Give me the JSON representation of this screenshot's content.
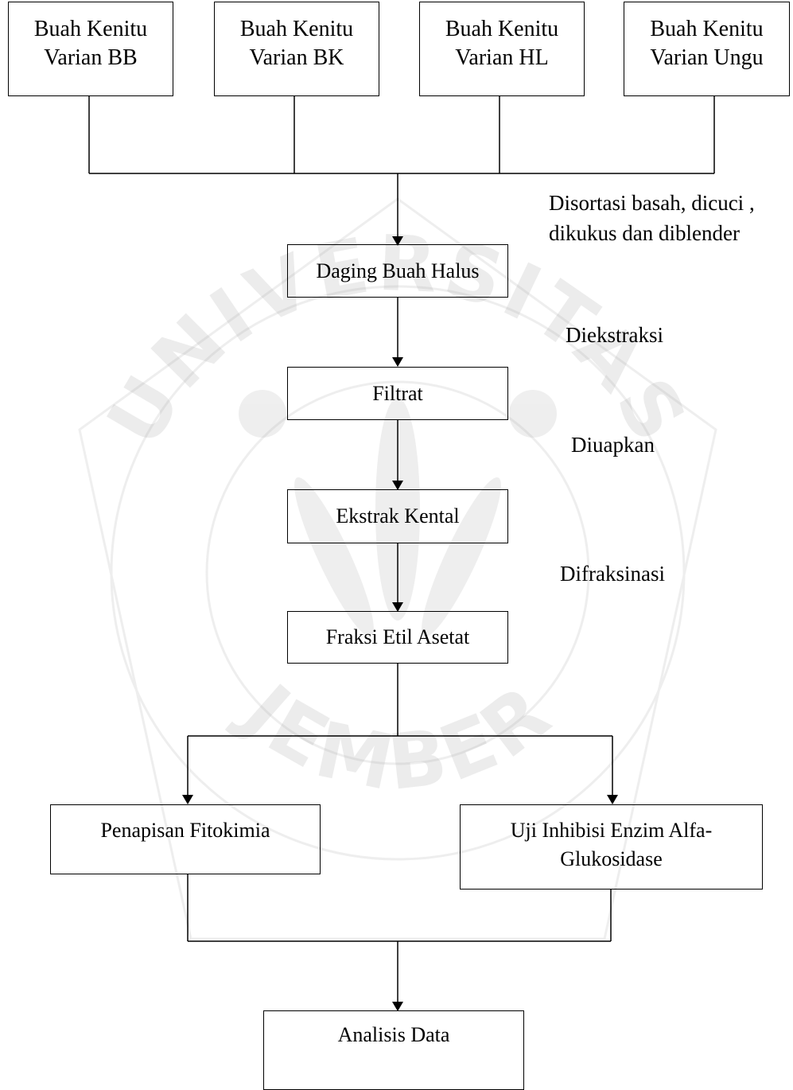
{
  "sources": [
    {
      "line1": "Buah Kenitu",
      "line2": "Varian BB"
    },
    {
      "line1": "Buah Kenitu",
      "line2": "Varian BK"
    },
    {
      "line1": "Buah Kenitu",
      "line2": "Varian HL"
    },
    {
      "line1": "Buah Kenitu",
      "line2": "Varian Ungu"
    }
  ],
  "steps": {
    "daging": "Daging Buah Halus",
    "filtrat": "Filtrat",
    "ekstrak": "Ekstrak Kental",
    "fraksi": "Fraksi Etil Asetat",
    "penapisan": "Penapisan Fitokimia",
    "uji_line1": "Uji Inhibisi Enzim Alfa-",
    "uji_line2": "Glukosidase",
    "analisis": "Analisis Data"
  },
  "process_labels": {
    "sortasi_line1": "Disortasi basah, dicuci ,",
    "sortasi_line2": "dikukus dan diblender",
    "ekstraksi": "Diekstraksi",
    "uapkan": "Diuapkan",
    "fraksinasi": "Difraksinasi"
  },
  "watermark": {
    "text_top": "UNIVERSITAS",
    "text_bottom": "JEMBER",
    "color": "#c8c8c8"
  }
}
